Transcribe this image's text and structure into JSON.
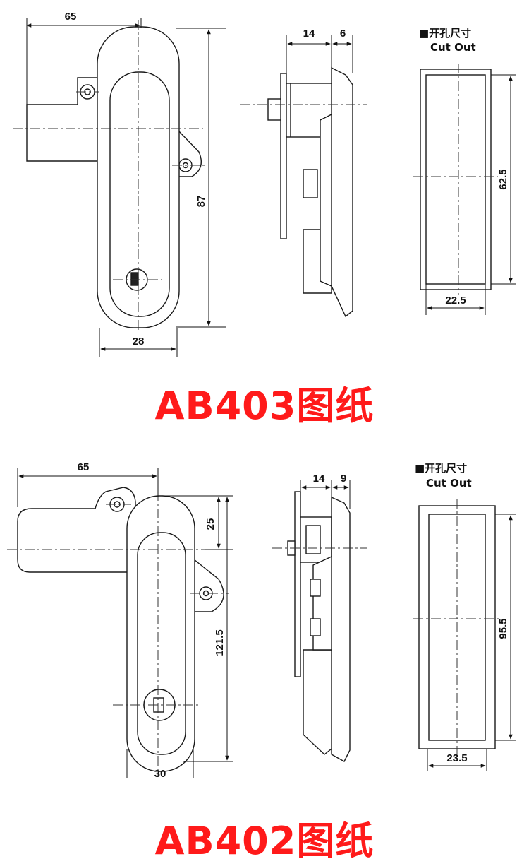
{
  "drawings": [
    {
      "caption": "AB403图纸",
      "front": {
        "width": "65",
        "height": "87",
        "body_width": "28"
      },
      "side": {
        "depth": "14",
        "flange": "6"
      },
      "cutout": {
        "title_cn": "■开孔尺寸",
        "title_en": "Cut Out",
        "height": "62.5",
        "width": "22.5"
      }
    },
    {
      "caption": "AB402图纸",
      "front": {
        "width": "65",
        "top_offset": "25",
        "height": "121.5",
        "body_width": "30"
      },
      "side": {
        "depth": "14",
        "flange": "9"
      },
      "cutout": {
        "title_cn": "■开孔尺寸",
        "title_en": "Cut Out",
        "height": "95.5",
        "width": "23.5"
      }
    }
  ],
  "colors": {
    "caption": "#ff1a1a",
    "line": "#1a1a1a",
    "fill": "#ffffff"
  }
}
